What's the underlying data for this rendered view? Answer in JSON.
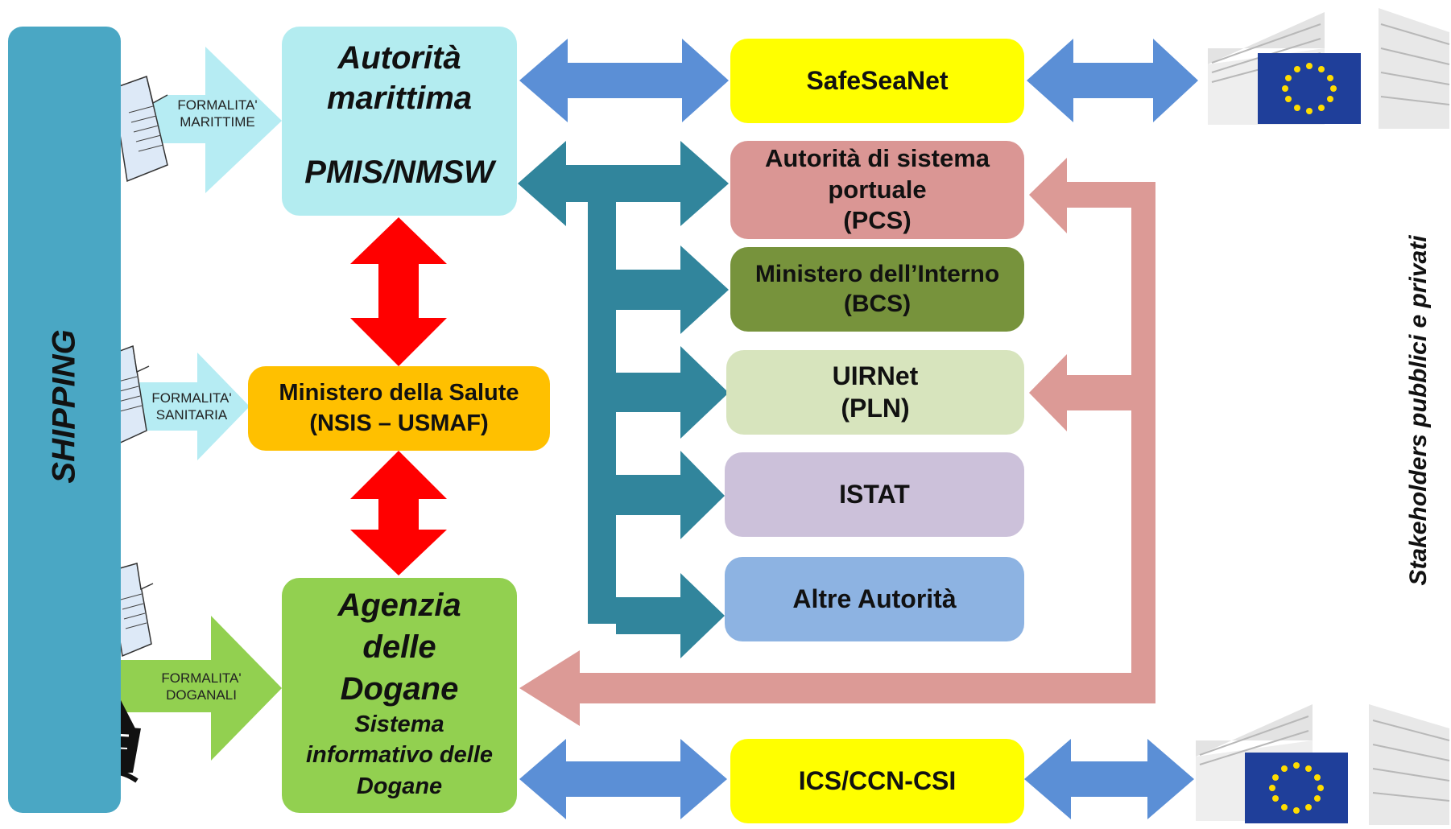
{
  "shipping": {
    "label": "SHIPPING"
  },
  "formalities": {
    "marittime": [
      "FORMALITA'",
      "MARITTIME"
    ],
    "sanitaria": [
      "FORMALITA'",
      "SANITARIA"
    ],
    "doganali": [
      "FORMALITA'",
      "DOGANALI"
    ]
  },
  "autorita": {
    "line1": "Autorità",
    "line2": "marittima",
    "line3": "PMIS/NMSW"
  },
  "salute": {
    "line1": "Ministero della Salute",
    "line2": "(NSIS – USMAF)"
  },
  "agenzia": {
    "line1": "Agenzia",
    "line2": "delle",
    "line3": "Dogane",
    "line4": "Sistema",
    "line5": "informativo delle",
    "line6": "Dogane"
  },
  "right_boxes": {
    "safeseanet": {
      "line1": "SafeSeaNet"
    },
    "pcs": {
      "line1": "Autorità di sistema",
      "line2": "portuale",
      "line3": "(PCS)"
    },
    "interno": {
      "line1": "Ministero dell’Interno",
      "line2": "(BCS)"
    },
    "uirnet": {
      "line1": "UIRNet",
      "line2": "(PLN)"
    },
    "istat": {
      "line1": "ISTAT"
    },
    "altre": {
      "line1": "Altre Autorità"
    },
    "ics": {
      "line1": "ICS/CCN-CSI"
    }
  },
  "stakeholders": {
    "label": "Stakeholders pubblici e privati"
  },
  "colors": {
    "shipping": "#4aa7c4",
    "autorita": "#b3ecf0",
    "salute": "#ffc000",
    "agenzia": "#92d050",
    "yellow": "#ffff00",
    "pcs": "#da9694",
    "interno": "#77933c",
    "uirnet": "#d7e4bd",
    "istat": "#ccc1da",
    "altre": "#8db3e2",
    "arrow_blue": "#5b8fd6",
    "arrow_teal": "#31859c",
    "arrow_red": "#ff0000",
    "arrow_pink": "#dc9a96",
    "arrow_light": "#b6ecf3",
    "arrow_green": "#92d050",
    "eu_blue": "#1f3f9a",
    "eu_star": "#ffdd00"
  }
}
